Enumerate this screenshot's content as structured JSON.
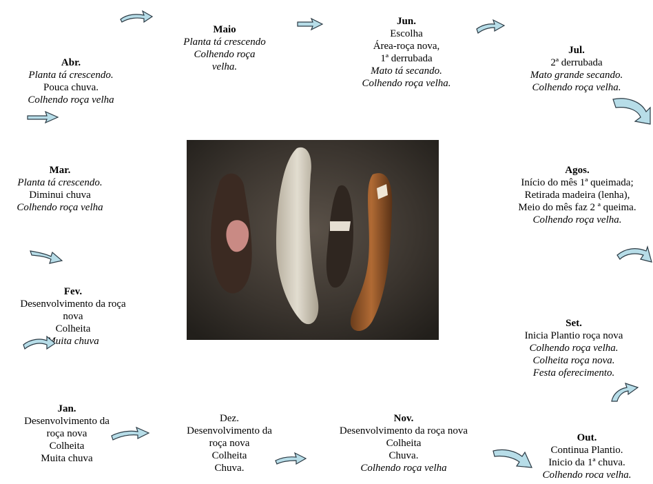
{
  "months": {
    "abr": {
      "name": "Abr.",
      "lines": [
        "Planta tá crescendo.",
        "Pouca chuva.",
        "Colhendo roça velha"
      ]
    },
    "maio": {
      "name": "Maio",
      "lines": [
        "Planta tá crescendo",
        "Colhendo roça",
        "velha."
      ]
    },
    "jun": {
      "name": "Jun.",
      "lines": [
        "Escolha",
        "Área-roça nova,",
        "1ª derrubada",
        "Mato tá secando.",
        "Colhendo roça velha."
      ]
    },
    "jul": {
      "name": "Jul.",
      "lines": [
        "2ª derrubada",
        "Mato grande secando.",
        "Colhendo roça velha."
      ]
    },
    "mar": {
      "name": "Mar.",
      "lines": [
        "Planta tá crescendo.",
        "Diminui chuva",
        "Colhendo roça velha"
      ]
    },
    "agos": {
      "name": "Agos.",
      "lines": [
        "Início do mês 1ª queimada;",
        "Retirada madeira (lenha),",
        "Meio do mês faz 2 ª queima.",
        "Colhendo roça velha."
      ]
    },
    "fev": {
      "name": "Fev.",
      "lines": [
        "Desenvolvimento da roça",
        "nova",
        "Colheita",
        "Muita chuva"
      ]
    },
    "set": {
      "name": "Set.",
      "lines": [
        "Inicia Plantio roça nova",
        "Colhendo roça velha.",
        "Colheita roça nova.",
        "Festa oferecimento."
      ]
    },
    "jan": {
      "name": "Jan.",
      "lines": [
        "Desenvolvimento da",
        "roça nova",
        "Colheita",
        "Muita chuva"
      ]
    },
    "dez": {
      "name": "Dez.",
      "lines": [
        "Desenvolvimento da",
        "roça nova",
        "Colheita",
        "Chuva."
      ]
    },
    "nov": {
      "name": "Nov.",
      "lines": [
        "Desenvolvimento da roça nova",
        "Colheita",
        "Chuva.",
        "Colhendo roça velha"
      ]
    },
    "out": {
      "name": "Out.",
      "lines": [
        "Continua Plantio.",
        "Inicio da 1ª chuva.",
        "Colhendo roca velha."
      ]
    }
  },
  "colors": {
    "arrow_fill": "#b7dde8",
    "arrow_stroke": "#2b3a44"
  }
}
